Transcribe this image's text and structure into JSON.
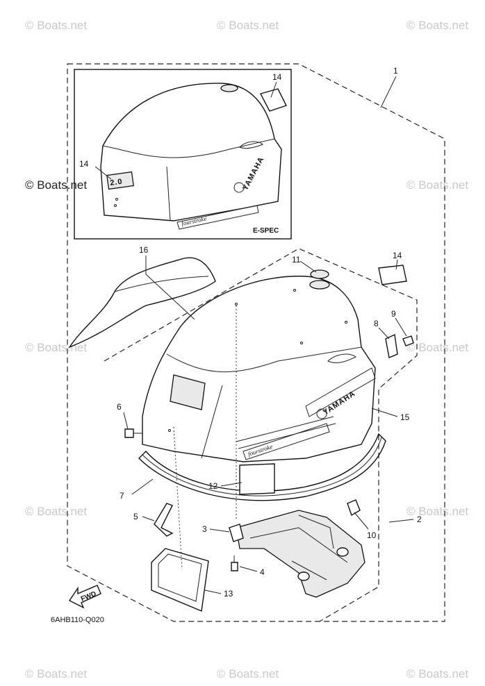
{
  "watermark": "© Boats.net",
  "part_numbers": {
    "n1": "1",
    "n2": "2",
    "n3": "3",
    "n4": "4",
    "n5": "5",
    "n6": "6",
    "n7": "7",
    "n8": "8",
    "n9": "9",
    "n10": "10",
    "n11": "11",
    "n12": "12",
    "n13": "13",
    "n14a": "14",
    "n14b": "14",
    "n14c": "14",
    "n15": "15",
    "n16": "16"
  },
  "inset_label": "E-SPEC",
  "forward_arrow_label": "FWD",
  "diagram_code": "6AHB110-Q020",
  "decals": {
    "brand": "YAMAHA",
    "model": "2.0",
    "engine": "fourstroke"
  }
}
